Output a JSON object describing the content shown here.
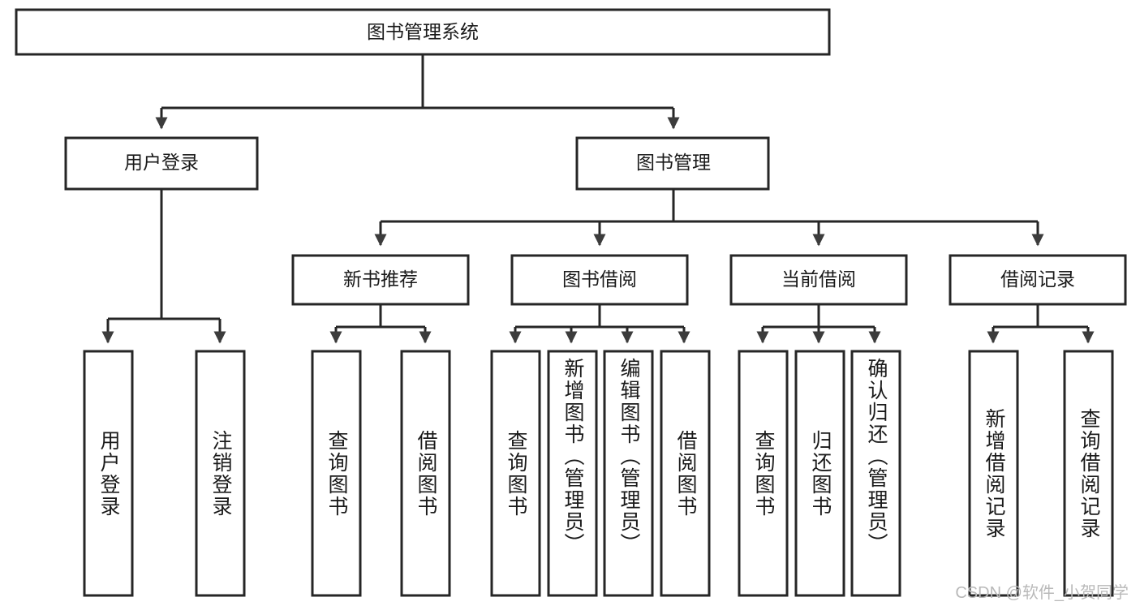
{
  "diagram": {
    "title": "图书管理系统",
    "watermark": "CSDN @软件_小贺同学",
    "root": {
      "label": "图书管理系统"
    },
    "level2": [
      {
        "label": "用户登录"
      },
      {
        "label": "图书管理"
      }
    ],
    "level3": [
      {
        "label": "新书推荐"
      },
      {
        "label": "图书借阅"
      },
      {
        "label": "当前借阅"
      },
      {
        "label": "借阅记录"
      }
    ],
    "leaves": {
      "user_login": [
        {
          "label": "用户登录"
        },
        {
          "label": "注销登录"
        }
      ],
      "new_book_recommend": [
        {
          "label": "查询图书"
        },
        {
          "label": "借阅图书"
        }
      ],
      "book_borrow": [
        {
          "label": "查询图书"
        },
        {
          "label": "新增图书（管理员）"
        },
        {
          "label": "编辑图书（管理员）"
        },
        {
          "label": "借阅图书"
        }
      ],
      "current_borrow": [
        {
          "label": "查询图书"
        },
        {
          "label": "归还图书"
        },
        {
          "label": "确认归还（管理员）"
        }
      ],
      "borrow_record": [
        {
          "label": "新增借阅记录"
        },
        {
          "label": "查询借阅记录"
        }
      ]
    },
    "colors": {
      "box_stroke": "#262626",
      "connector": "#262626",
      "text": "#1a1a1a",
      "background": "#ffffff",
      "watermark": "#b9b9b9"
    }
  }
}
